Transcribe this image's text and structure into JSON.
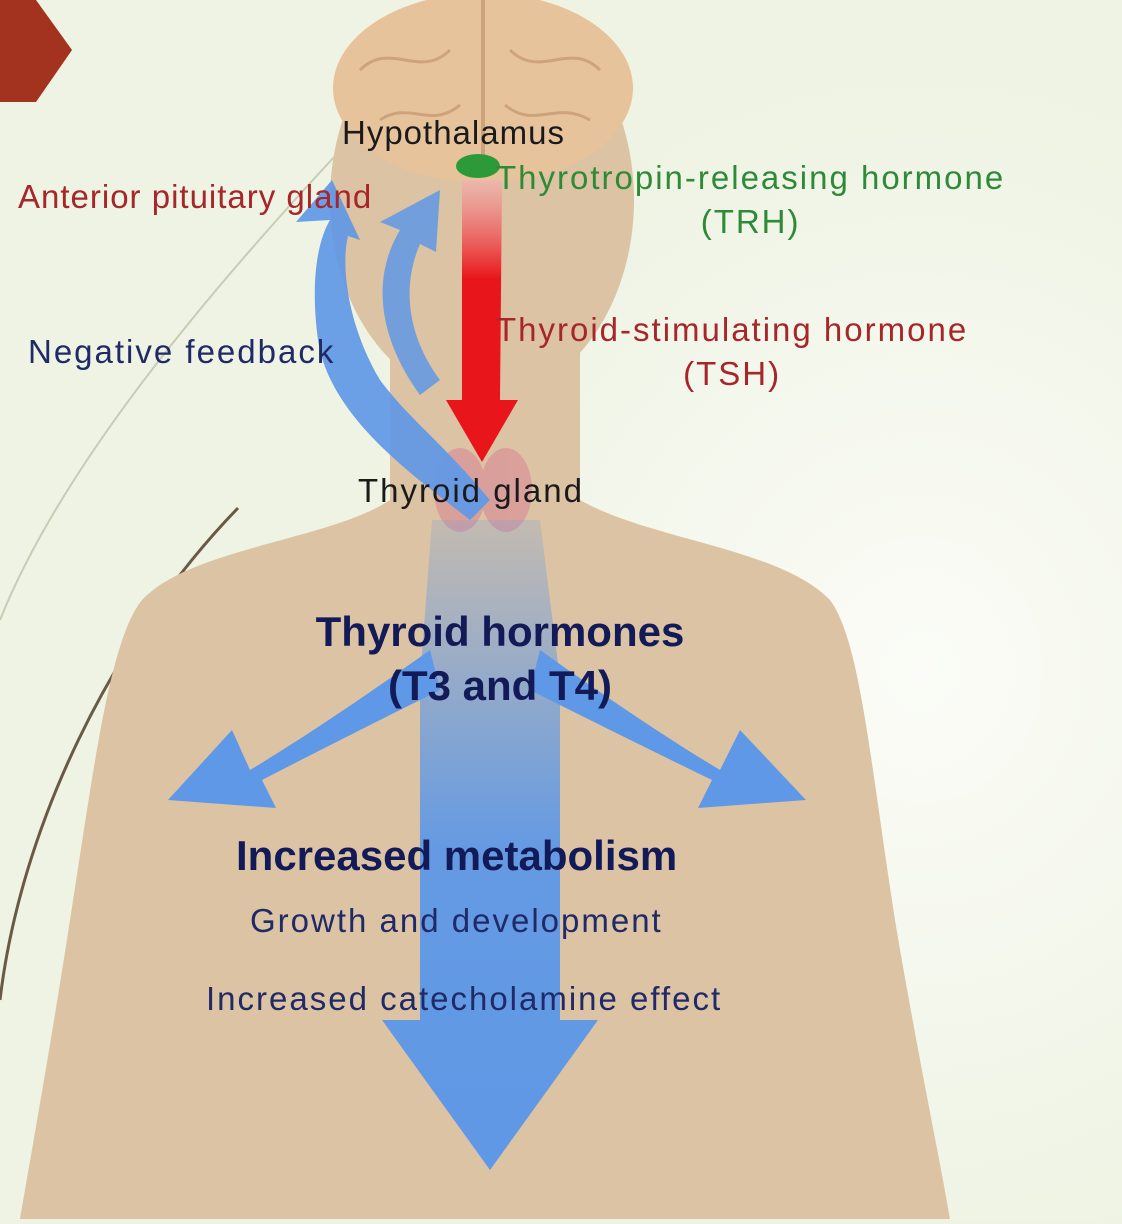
{
  "labels": {
    "hypothalamus": "Hypothalamus",
    "trh_line1": "Thyrotropin-releasing hormone",
    "trh_line2": "(TRH)",
    "anterior_pituitary": "Anterior pituitary gland",
    "negative_feedback": "Negative feedback",
    "tsh_line1": "Thyroid-stimulating hormone",
    "tsh_line2": "(TSH)",
    "thyroid_gland": "Thyroid gland",
    "thyroid_hormones_line1": "Thyroid hormones",
    "thyroid_hormones_line2": "(T3 and T4)",
    "increased_metabolism": "Increased metabolism",
    "growth": "Growth and development",
    "catecholamine": "Increased catecholamine effect"
  },
  "colors": {
    "background": "#eef3e3",
    "body": "#dcc3a3",
    "brain": "#e9c9a4",
    "blue_arrow": "#5f98e6",
    "red_arrow": "#e8161a",
    "hypothalamus_green": "#2d9a3a",
    "accent_corner": "#a3321f",
    "dark_text": "#121a58",
    "red_text": "#a6262a",
    "green_text": "#2f8a38"
  }
}
